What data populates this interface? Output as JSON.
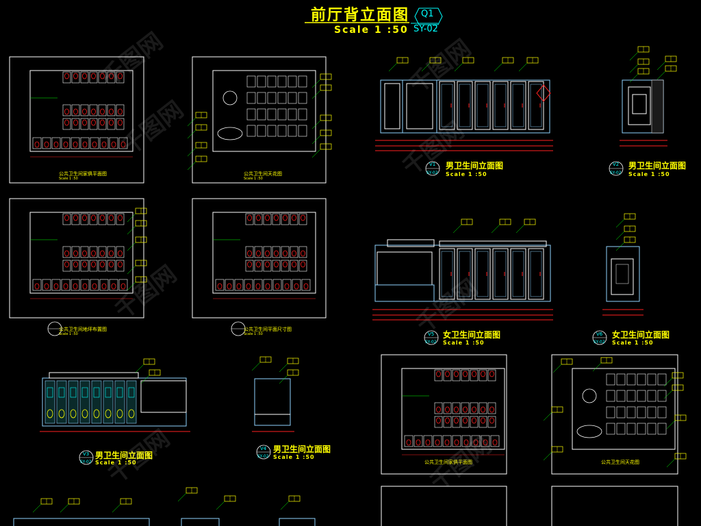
{
  "sheet": {
    "title": "前厅背立面图",
    "title_ref": "Q1",
    "scale": "Scale 1 :50",
    "sheet_ref": "SY-02"
  },
  "views": [
    {
      "id": "v1",
      "title": "男卫生间立面图",
      "no": "V1",
      "sheet": "SY-02",
      "scale": "Scale 1 :50"
    },
    {
      "id": "v2",
      "title": "男卫生间立面图",
      "no": "V2",
      "sheet": "SY-02",
      "scale": "Scale 1 :50"
    },
    {
      "id": "v3",
      "title": "女卫生间立面图",
      "no": "V5",
      "sheet": "SY-02",
      "scale": "Scale 1 :50"
    },
    {
      "id": "v4",
      "title": "女卫生间立面图",
      "no": "V6",
      "sheet": "SY-02",
      "scale": "Scale 1 :50"
    },
    {
      "id": "v5",
      "title": "男卫生间立面图",
      "no": "V3",
      "sheet": "SY-02",
      "scale": "Scale 1 :50"
    },
    {
      "id": "v6",
      "title": "男卫生间立面图",
      "no": "V4",
      "sheet": "SY-02",
      "scale": "Scale 1 :50"
    }
  ],
  "plans": [
    {
      "id": "p1",
      "title": "公共卫生间家俱平面图",
      "scale": "Scale 1 :50"
    },
    {
      "id": "p2",
      "title": "公共卫生间天花图",
      "scale": "Scale 1 :50"
    },
    {
      "id": "p3",
      "title": "公共卫生间地坪布置图",
      "scale": "Scale 1 :50"
    },
    {
      "id": "p4",
      "title": "公共卫生间平面尺寸图",
      "scale": "Scale 1 :50"
    },
    {
      "id": "p5",
      "title": "公共卫生间家俱平面图",
      "scale": ""
    },
    {
      "id": "p6",
      "title": "公共卫生间天花图",
      "scale": ""
    }
  ],
  "watermark": "千图网",
  "colors": {
    "background": "#000000",
    "title": "#ffff00",
    "outline": "#ffffff",
    "elevation_line": "#8fd3ff",
    "dimension": "#ff2020",
    "tag_line": "#00ff00",
    "reference": "#00ffff"
  }
}
